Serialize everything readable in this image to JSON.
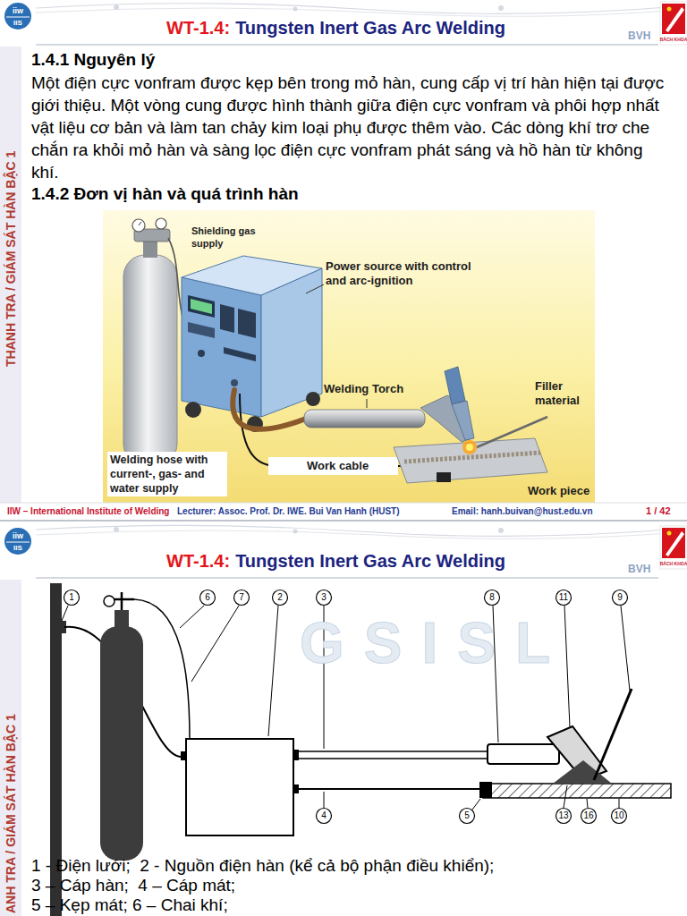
{
  "diagram": {
    "labels": [
      "iiw",
      "IIS",
      "WT-1.4:",
      "Tungsten Inert Gas Arc Welding",
      "BVH",
      "BÁCH KHOA",
      "THANH TRA / GIÁM SÁT HÀN BẬC 1",
      "1.4.1 Nguyên lý",
      "Một điện cực vonfram được kẹp bên trong mỏ hàn, cung cấp vị trí hàn hiện tại được giới thiệu. Một vòng cung được hình thành giữa điện cực vonfram và phôi hợp nhất vật liệu cơ bản và làm tan chảy kim loại phụ được thêm vào. Các dòng khí trơ che chắn ra khỏi mỏ hàn và sàng lọc điện cực vonfram phát sáng và hồ hàn từ không khí.",
      "1.4.2 Đơn vị hàn và quá trình hàn",
      "Shielding gas supply",
      "Power source with control and arc-ignition",
      "Welding Torch",
      "Filler material",
      "Welding hose with current-, gas- and water supply",
      "Work cable",
      "Work piece",
      "IIW – International Institute of Welding",
      "Lecturer: Assoc. Prof. Dr. IWE. Bui Van Hanh (HUST)",
      "Email: hanh.buivan@hust.edu.vn",
      "1 / 42",
      "iiw",
      "IIS",
      "WT-1.4:",
      "Tungsten Inert Gas Arc Welding",
      "BVH",
      "BÁCH KHOA",
      "ANH TRA / GIÁM SÁT HÀN BẬC 1",
      "GSISL",
      "1",
      "6",
      "7",
      "2",
      "3",
      "8",
      "11",
      "9",
      "4",
      "5",
      "13",
      "16",
      "10",
      "1 - Điện lưới;  2 - Nguồn điện hàn (kể cả bộ phận điều khiển);",
      "3 – Cáp hàn;  4 – Cáp mát;",
      "5 – Kẹp mát; 6 – Chai khí;"
    ]
  }
}
